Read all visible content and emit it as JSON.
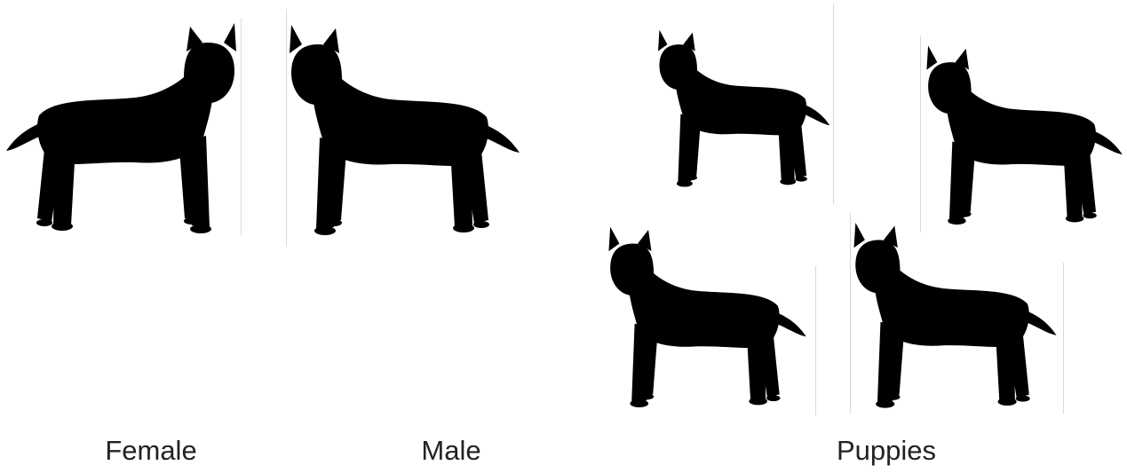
{
  "labels": {
    "female": "Female",
    "male": "Male",
    "puppies": "Puppies"
  },
  "colors": {
    "female_coat": "#ead9d6",
    "female_shade": "#d7c2bf",
    "black_coat": "#2f2f31",
    "black_shade": "#202022",
    "ear_inner": "#e0897a",
    "paw_white": "#f3dede",
    "eye": "#e0a020"
  },
  "icons": {
    "female": "female-dog-icon",
    "male": "male-dog-icon",
    "puppy": "puppy-dog-icon"
  }
}
